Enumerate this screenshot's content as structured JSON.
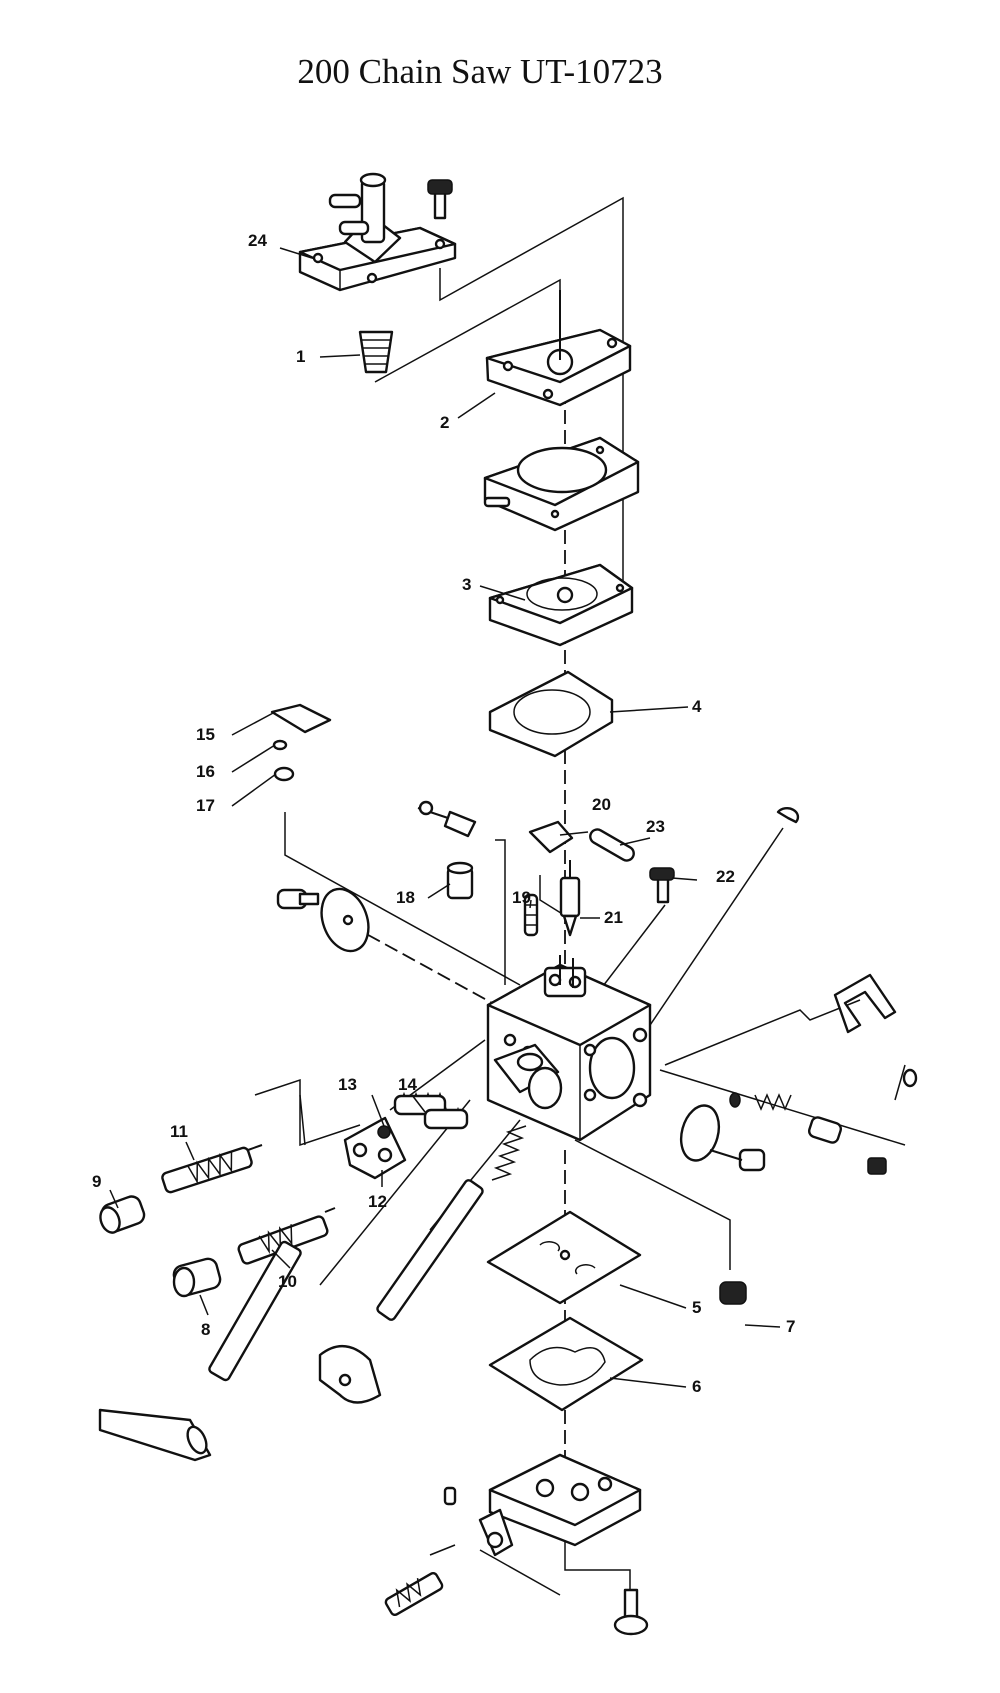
{
  "title": "200 Chain Saw UT-10723",
  "callouts": {
    "p1": "1",
    "p2": "2",
    "p3": "3",
    "p4": "4",
    "p5": "5",
    "p6": "6",
    "p7": "7",
    "p8": "8",
    "p9": "9",
    "p10": "10",
    "p11": "11",
    "p12": "12",
    "p13": "13",
    "p14": "14",
    "p15": "15",
    "p16": "16",
    "p17": "17",
    "p18": "18",
    "p19": "19",
    "p20": "20",
    "p21": "21",
    "p22": "22",
    "p23": "23",
    "p24": "24"
  }
}
